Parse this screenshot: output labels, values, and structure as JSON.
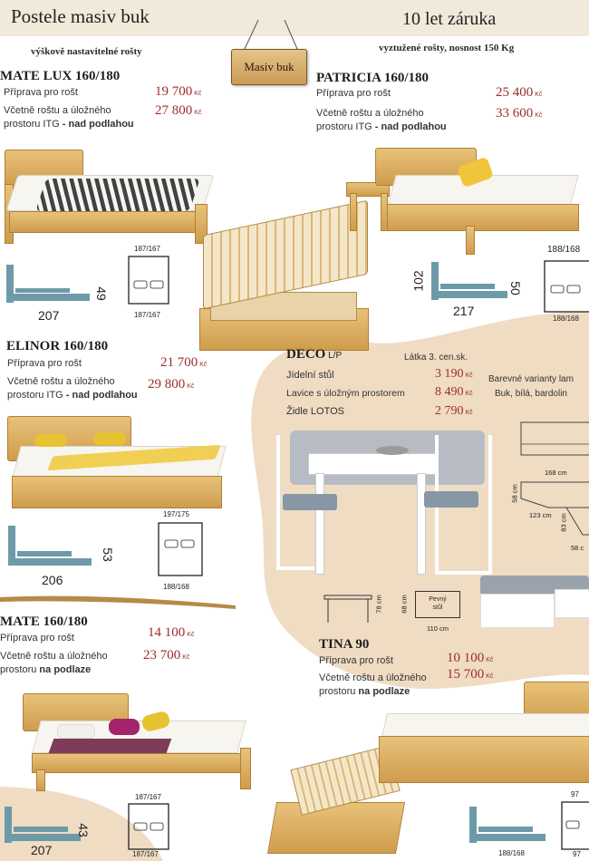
{
  "header": {
    "title": "Postele masiv buk",
    "warranty": "10 let záruka",
    "sign": "Masiv buk",
    "left_sub": "výškově nastavitelné rošty",
    "right_sub": "vyztužené rošty, nosnost 150 Kg"
  },
  "currency": "Kč",
  "lines": {
    "base": "Příprava pro rošt",
    "incl1": "Včetně roštu a úložného",
    "incl2": "prostoru ITG",
    "nad": "nad podlahou",
    "na": "na podlaze",
    "incl2b": "prostoru"
  },
  "sep": " - ",
  "mate_lux": {
    "name": "MATE LUX 160/180",
    "price1": "19 700",
    "price2": "27 800",
    "len": "207",
    "h": "49",
    "d1": "187/167",
    "d2": "187/167"
  },
  "patricia": {
    "name": "PATRICIA 160/180",
    "price1": "25 400",
    "price2": "33 600",
    "len": "217",
    "h": "50",
    "h2": "102",
    "d1": "188/168",
    "d2": "188/168"
  },
  "elinor": {
    "name": "ELINOR 160/180",
    "price1": "21 700",
    "price2": "29 800",
    "len": "206",
    "h": "53",
    "d1": "197/175",
    "d2": "188/168"
  },
  "mate": {
    "name": "MATE 160/180",
    "price1": "14 100",
    "price2": "23 700",
    "len": "207",
    "h": "43",
    "d1": "187/167",
    "d2": "187/167"
  },
  "tina": {
    "name": "TINA 90",
    "price1": "10 100",
    "price2": "15 700",
    "d1": "188/168",
    "d2": "97",
    "d3": "97"
  },
  "deco": {
    "name": "DECO",
    "lp": "L/P",
    "fabric": "Látka 3. cen.sk.",
    "items": [
      {
        "label": "Jídelní stůl",
        "price": "3 190"
      },
      {
        "label": "Lavice s úložným prostorem",
        "price": "8 490"
      },
      {
        "label": "Židle LOTOS",
        "price": "2 790"
      }
    ],
    "variants1": "Barevné varianty lam",
    "variants2": "Buk, bílá, bardolin",
    "dim168": "168 cm",
    "dim58a": "58 cm",
    "dim123": "123 cm",
    "dim83": "83 cm",
    "dim58b": "58 c",
    "dim78": "78 cm",
    "dim68": "68 cm",
    "dim110": "110 cm",
    "fixed1": "Pevný",
    "fixed2": "stůl"
  }
}
